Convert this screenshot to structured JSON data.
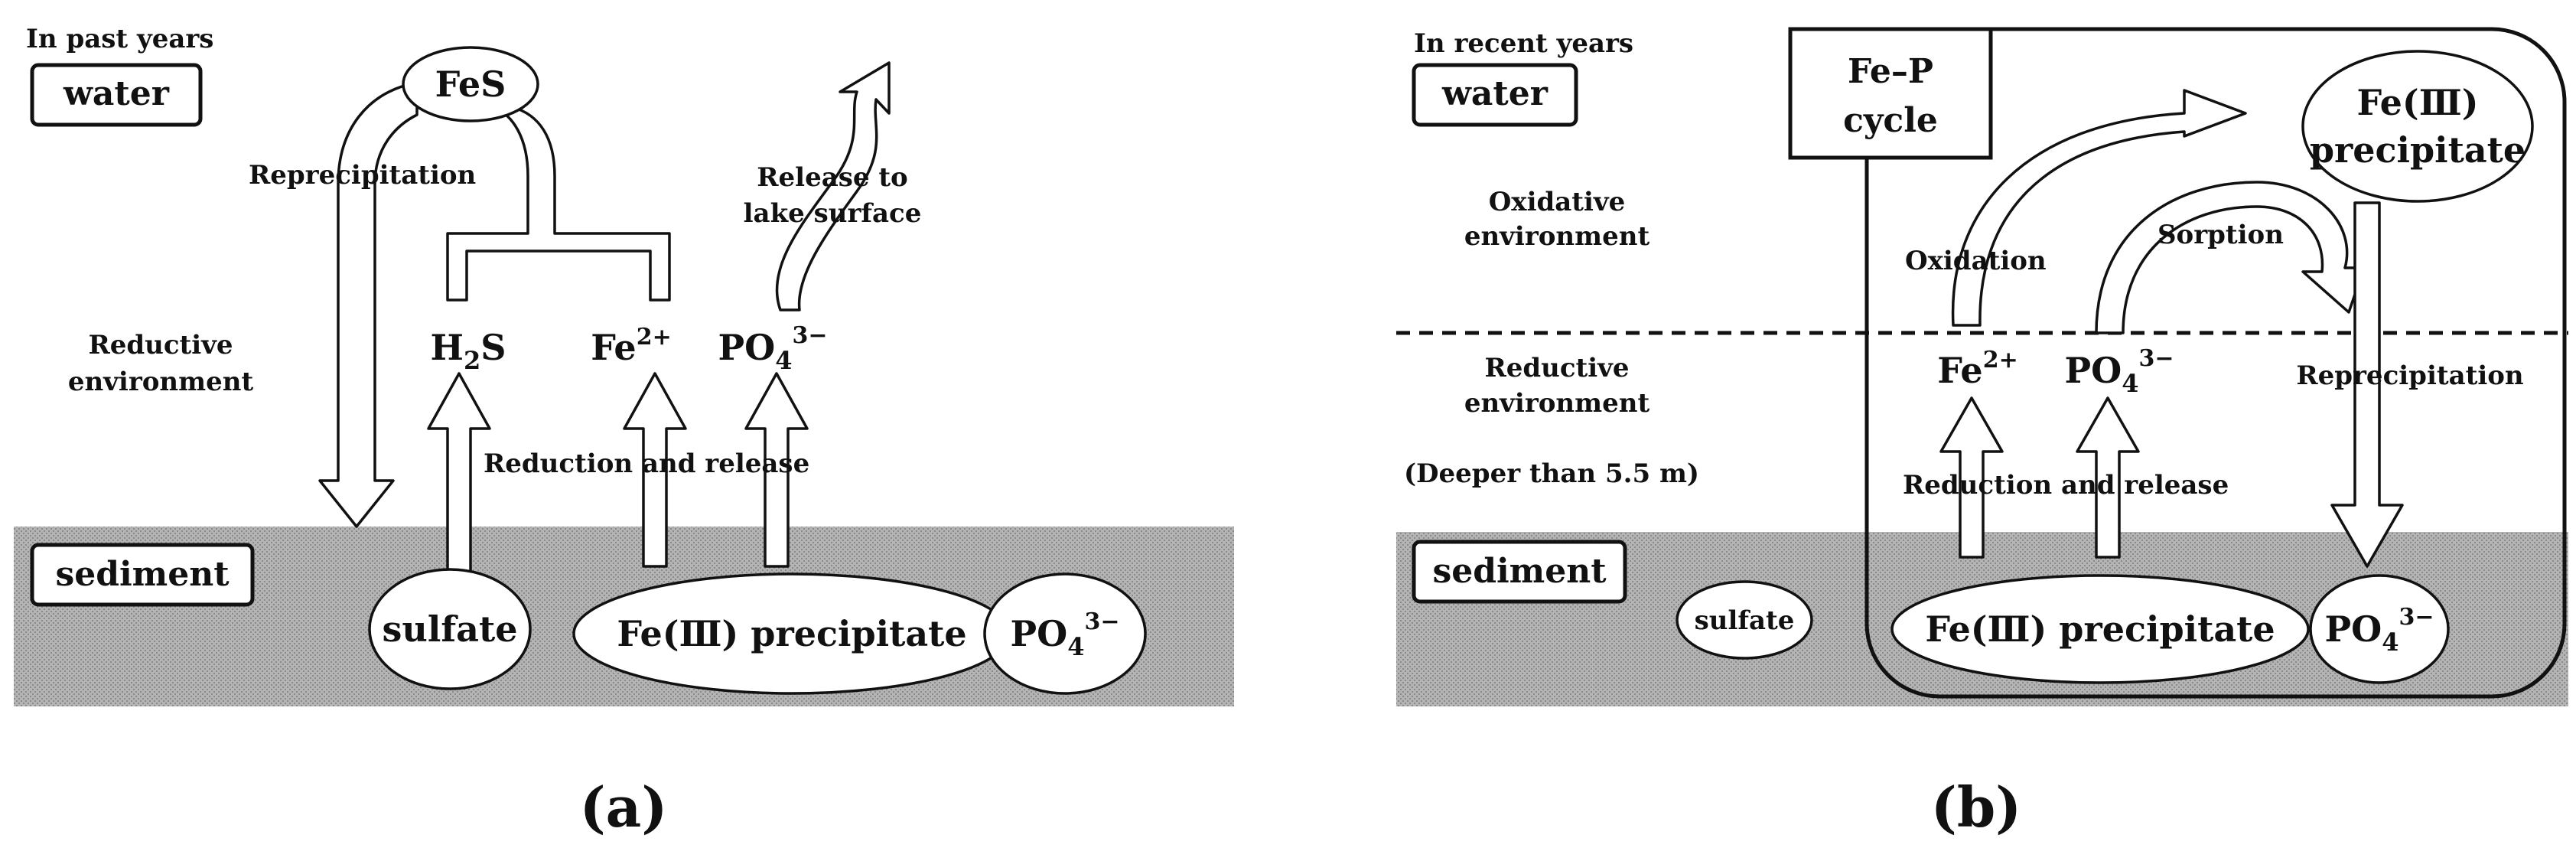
{
  "panel_a": {
    "period": "In past years",
    "water": "water",
    "sediment": "sediment",
    "fes": "FeS",
    "reprecipitation": "Reprecipitation",
    "release_line1": "Release to",
    "release_line2": "lake surface",
    "env_line1": "Reductive",
    "env_line2": "environment",
    "h2s": {
      "base": "H",
      "sub": "2",
      "tail": "S"
    },
    "fe2": {
      "base": "Fe",
      "sup": "2+"
    },
    "po4": {
      "base": "PO",
      "sub": "4",
      "sup": "3−"
    },
    "reduction_release": "Reduction and release",
    "sulfate": "sulfate",
    "fe3_precipitate": "Fe(Ⅲ) precipitate",
    "caption": "(a)"
  },
  "panel_b": {
    "period": "In recent years",
    "water": "water",
    "sediment": "sediment",
    "cycle_line1": "Fe–P",
    "cycle_line2": "cycle",
    "fe3_line1": "Fe(Ⅲ)",
    "fe3_line2": "precipitate",
    "oxidative_line1": "Oxidative",
    "oxidative_line2": "environment",
    "oxidation": "Oxidation",
    "sorption": "Sorption",
    "reductive_line1": "Reductive",
    "reductive_line2": "environment",
    "deeper": "(Deeper than 5.5 m)",
    "fe2": {
      "base": "Fe",
      "sup": "2+"
    },
    "po4": {
      "base": "PO",
      "sub": "4",
      "sup": "3−"
    },
    "reprecipitation": "Reprecipitation",
    "reduction_release": "Reduction and release",
    "sulfate": "sulfate",
    "fe3_precipitate": "Fe(Ⅲ) precipitate",
    "caption": "(b)"
  },
  "colors": {
    "sediment_fill": "#aaaaaa",
    "outline": "#111111",
    "shape_fill": "#ffffff"
  }
}
